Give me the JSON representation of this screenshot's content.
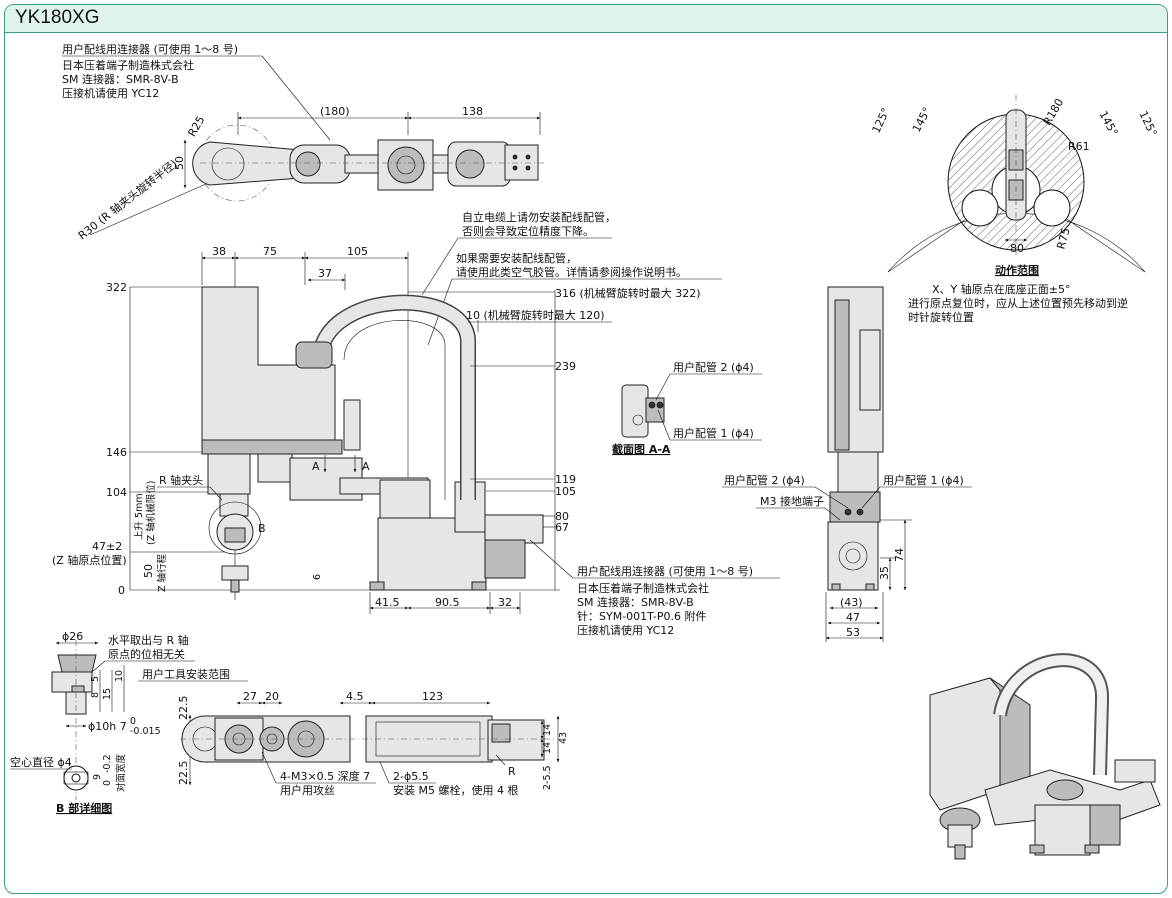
{
  "model": "YK180XG",
  "top_view": {
    "connector_note": [
      "用户配线用连接器 (可使用 1～8 号)",
      "日本压着端子制造株式会社",
      "SM 连接器：SMR-8V-B",
      "压接机请使用 YC12"
    ],
    "dims": {
      "d180": "(180)",
      "d138": "138",
      "r25": "R25",
      "d50": "50",
      "r30": "R30 (R 轴夹头旋转半径)"
    }
  },
  "side_view": {
    "cable_note_1": [
      "自立电缆上请勿安装配线配管，",
      "否则会导致定位精度下降。"
    ],
    "cable_note_2": [
      "如果需要安装配线配管，",
      "请使用此类空气胶管。详情请参阅操作说明书。"
    ],
    "top_dims": {
      "d38": "38",
      "d75": "75",
      "d105": "105",
      "d37": "37"
    },
    "right_labels": {
      "h316": "316 (机械臂旋转时最大 322)",
      "h10": "10 (机械臂旋转时最大 120)",
      "h239": "239",
      "h119": "119",
      "h105": "105",
      "h80": "80",
      "h67": "67"
    },
    "left_labels": {
      "h322": "322",
      "h146": "146",
      "h104": "104",
      "h47": "47±2",
      "z_origin": "(Z 轴原点位置)",
      "h50": "50",
      "h0": "0"
    },
    "r_clamp": "R 轴夹头",
    "stroke_up": "上升 5mm",
    "stroke_up_sub": "(Z 轴机械限位)",
    "z_stroke": "Z 轴行程",
    "b_label": "B",
    "a_label": "A",
    "d6": "6",
    "bottom_dims": {
      "d41": "41.5",
      "d90": "90.5",
      "d32": "32"
    },
    "connector_note": [
      "用户配线用连接器 (可使用 1～8 号)",
      "日本压着端子制造株式会社",
      "SM 连接器：SMR-8V-B",
      "针：SYM-001T-P0.6 附件",
      "压接机请使用 YC12"
    ]
  },
  "section_aa": {
    "pipe2": "用户配管 2 (ϕ4)",
    "pipe1": "用户配管 1 (ϕ4)",
    "caption": "截面图 A-A"
  },
  "range_view": {
    "a125l": "125°",
    "a145l": "145°",
    "a145r": "145°",
    "a125r": "125°",
    "r180": "R180",
    "r61": "R61",
    "r75": "R75",
    "d80": "80",
    "caption": "动作范围",
    "note": [
      "X、Y 轴原点在底座正面±5°",
      "进行原点复位时，应从上述位置预先移动到逆",
      "时针旋转位置"
    ]
  },
  "front_view": {
    "pipe2": "用户配管 2 (ϕ4)",
    "pipe1": "用户配管 1 (ϕ4)",
    "ground": "M3 接地端子",
    "d35": "35",
    "d74": "74",
    "d43": "(43)",
    "d47": "47",
    "d53": "53"
  },
  "detail_b": {
    "d26": "ϕ26",
    "note": [
      "水平取出与 R 轴",
      "原点的位相无关"
    ],
    "tool_range": "用户工具安装范围",
    "d5": "5",
    "d8": "8",
    "d15": "15",
    "d10": "10",
    "shaft": "ϕ10h 7",
    "shaft_tol_up": "0",
    "shaft_tol_dn": "-0.015",
    "hollow": "空心直径 ϕ4",
    "flats": "9",
    "flats_tol_up": "0",
    "flats_tol_dn": "-0.2",
    "flats_label": "对面宽度",
    "caption": "B 部详细图"
  },
  "bottom_view": {
    "d27": "27",
    "d20": "20",
    "d45": "4.5",
    "d123": "123",
    "d225a": "22.5",
    "d225b": "22.5",
    "d14a": "14",
    "d14b": "14",
    "d43": "43",
    "d255": "2-5.5",
    "r_label": "R",
    "tap_note": [
      "4-M3×0.5 深度 7",
      "用户用攻丝"
    ],
    "hole_note": [
      "2-ϕ5.5",
      "安装 M5 螺栓，使用 4 根"
    ]
  }
}
